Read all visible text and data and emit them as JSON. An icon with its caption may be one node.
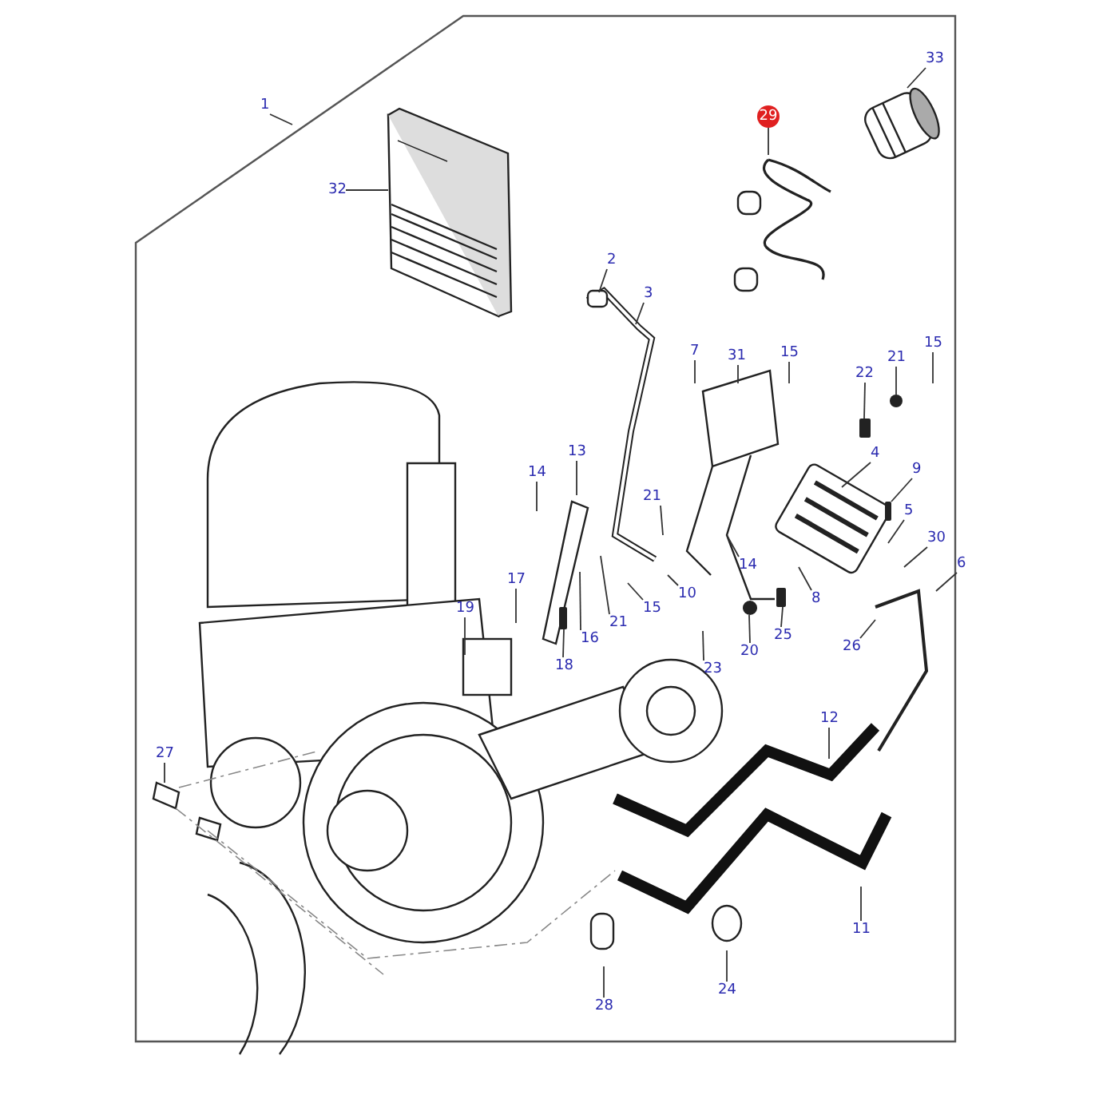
{
  "diagram": {
    "nodes": [
      {
        "text": [
          "1"
        ]
      },
      {
        "text": [
          "32"
        ]
      },
      {
        "text": [
          "29"
        ]
      },
      {
        "text": [
          "33"
        ]
      },
      {
        "text": [
          "2"
        ]
      },
      {
        "text": [
          "3"
        ]
      },
      {
        "text": [
          "7"
        ]
      },
      {
        "text": [
          "31"
        ]
      },
      {
        "text": [
          "15"
        ]
      },
      {
        "text": [
          "22"
        ]
      },
      {
        "text": [
          "21"
        ]
      },
      {
        "text": [
          "15"
        ]
      },
      {
        "text": [
          "13"
        ]
      },
      {
        "text": [
          "14"
        ]
      },
      {
        "text": [
          "4"
        ]
      },
      {
        "text": [
          "9"
        ]
      },
      {
        "text": [
          "21"
        ]
      },
      {
        "text": [
          "5"
        ]
      },
      {
        "text": [
          "30"
        ]
      },
      {
        "text": [
          "6"
        ]
      },
      {
        "text": [
          "14"
        ]
      },
      {
        "text": [
          "10"
        ]
      },
      {
        "text": [
          "15"
        ]
      },
      {
        "text": [
          "17"
        ]
      },
      {
        "text": [
          "21"
        ]
      },
      {
        "text": [
          "16"
        ]
      },
      {
        "text": [
          "19"
        ]
      },
      {
        "text": [
          "18"
        ]
      },
      {
        "text": [
          "8"
        ]
      },
      {
        "text": [
          "20"
        ]
      },
      {
        "text": [
          "25"
        ]
      },
      {
        "text": [
          "23"
        ]
      },
      {
        "text": [
          "26"
        ]
      },
      {
        "text": [
          "12"
        ]
      },
      {
        "text": [
          "27"
        ]
      },
      {
        "text": [
          "11"
        ]
      },
      {
        "text": [
          "28"
        ]
      },
      {
        "text": [
          "24"
        ]
      },
      {
        "text": [],
        "shape": "bar"
      },
      {
        "text": [],
        "shape": "circle"
      },
      {
        "text": [],
        "shape": "bar"
      },
      {
        "text": [],
        "shape": "bar"
      },
      {
        "text": [],
        "shape": "circle"
      },
      {
        "text": [],
        "shape": "bar"
      }
    ],
    "edges": [
      {
        "from": 0,
        "to": null,
        "arrow": "none"
      },
      {
        "from": 1,
        "to": null,
        "arrow": "none"
      },
      {
        "from": 2,
        "to": null,
        "arrow": "none"
      },
      {
        "from": 3,
        "to": null,
        "arrow": "none"
      },
      {
        "from": 4,
        "to": null,
        "arrow": "none"
      },
      {
        "from": 5,
        "to": null,
        "arrow": "none"
      },
      {
        "from": 6,
        "to": null,
        "arrow": "none"
      },
      {
        "from": 7,
        "to": null,
        "arrow": "none"
      },
      {
        "from": 8,
        "to": null,
        "arrow": "none"
      },
      {
        "from": 9,
        "to": 38,
        "arrow": "none"
      },
      {
        "from": 10,
        "to": 39,
        "arrow": "none"
      },
      {
        "from": 11,
        "to": null,
        "arrow": "none"
      },
      {
        "from": 12,
        "to": null,
        "arrow": "none"
      },
      {
        "from": 13,
        "to": null,
        "arrow": "none"
      },
      {
        "from": 14,
        "to": null,
        "arrow": "none"
      },
      {
        "from": 15,
        "to": 40,
        "arrow": "none"
      },
      {
        "from": 16,
        "to": null,
        "arrow": "none"
      },
      {
        "from": 17,
        "to": null,
        "arrow": "none"
      },
      {
        "from": 18,
        "to": null,
        "arrow": "none"
      },
      {
        "from": 19,
        "to": null,
        "arrow": "none"
      },
      {
        "from": 20,
        "to": null,
        "arrow": "none"
      },
      {
        "from": 21,
        "to": null,
        "arrow": "none"
      },
      {
        "from": 22,
        "to": null,
        "arrow": "none"
      },
      {
        "from": 23,
        "to": null,
        "arrow": "none"
      },
      {
        "from": 24,
        "to": null,
        "arrow": "none"
      },
      {
        "from": 25,
        "to": null,
        "arrow": "none"
      },
      {
        "from": 26,
        "to": null,
        "arrow": "none"
      },
      {
        "from": 27,
        "to": 41,
        "arrow": "none"
      },
      {
        "from": 28,
        "to": null,
        "arrow": "none"
      },
      {
        "from": 29,
        "to": 42,
        "arrow": "none"
      },
      {
        "from": 30,
        "to": 43,
        "arrow": "none"
      },
      {
        "from": 31,
        "to": null,
        "arrow": "none"
      },
      {
        "from": 32,
        "to": null,
        "arrow": "none"
      },
      {
        "from": 33,
        "to": null,
        "arrow": "none"
      },
      {
        "from": 34,
        "to": null,
        "arrow": "none"
      },
      {
        "from": 35,
        "to": null,
        "arrow": "none"
      },
      {
        "from": 36,
        "to": null,
        "arrow": "none"
      },
      {
        "from": 37,
        "to": null,
        "arrow": "none"
      }
    ]
  }
}
